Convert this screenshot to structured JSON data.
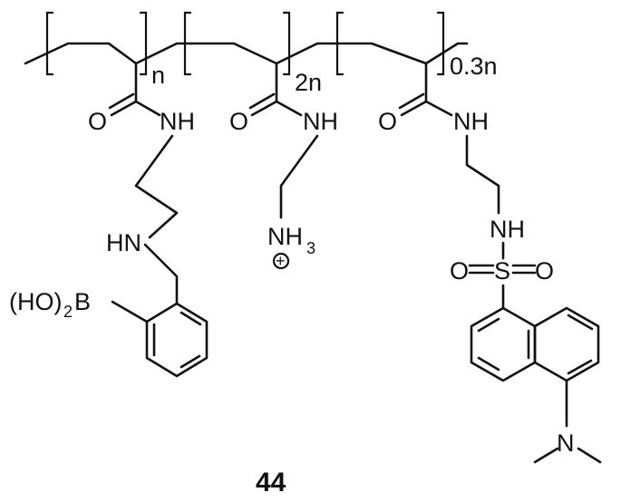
{
  "structure": {
    "compound_number": "44",
    "repeat_units": [
      {
        "subscript": "n"
      },
      {
        "subscript": "2n"
      },
      {
        "subscript": "0.3n"
      }
    ],
    "atom_labels": {
      "o1": "O",
      "nh1": "NH",
      "hn1": "HN",
      "boronic_pre": "(HO)",
      "boronic_sub": "2",
      "boronic_b": "B",
      "o2": "O",
      "nh2": "NH",
      "nh3_n": "NH",
      "nh3_sub": "3",
      "charge": "+",
      "o3": "O",
      "nh3": "NH",
      "nh4": "NH",
      "s": "S",
      "so_left": "O",
      "so_right": "O",
      "nme2": "N"
    }
  }
}
